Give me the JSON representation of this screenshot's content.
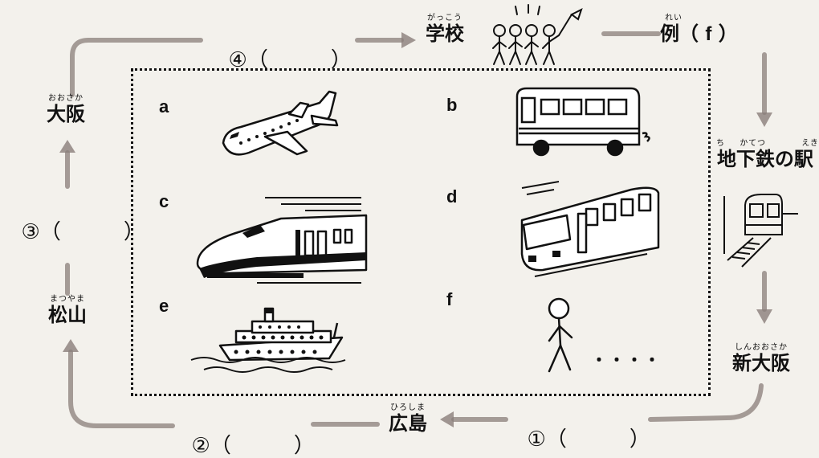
{
  "places": {
    "school": {
      "ruby": "がっこう",
      "kanji": "学校"
    },
    "subway": {
      "ruby_chi": "ち",
      "ruby_katetsu": "かてつ",
      "ruby_eki": "えき",
      "kanji": "地下鉄の駅"
    },
    "shin_osaka": {
      "ruby": "しんおおさか",
      "kanji": "新大阪"
    },
    "hiroshima": {
      "ruby": "ひろしま",
      "kanji": "広島"
    },
    "matsuyama": {
      "ruby": "まつやま",
      "kanji": "松山"
    },
    "osaka": {
      "ruby": "おおさか",
      "kanji": "大阪"
    }
  },
  "example": {
    "ruby": "れい",
    "kanji": "例",
    "open": "（",
    "answer": "f",
    "close": "）"
  },
  "blanks": [
    {
      "num": "④",
      "open": "（",
      "gap": "　　　",
      "close": "）"
    },
    {
      "num": "③",
      "open": "（",
      "gap": "　　　",
      "close": "）"
    },
    {
      "num": "②",
      "open": "（",
      "gap": "　　　",
      "close": "）"
    },
    {
      "num": "①",
      "open": "（",
      "gap": "　　　",
      "close": "）"
    }
  ],
  "options": [
    {
      "letter": "a",
      "icon": "airplane-icon"
    },
    {
      "letter": "b",
      "icon": "bus-icon"
    },
    {
      "letter": "c",
      "icon": "shinkansen-icon"
    },
    {
      "letter": "d",
      "icon": "train-icon"
    },
    {
      "letter": "e",
      "icon": "ship-icon"
    },
    {
      "letter": "f",
      "icon": "walking-person-icon"
    }
  ],
  "ellipsis": "・・・・"
}
